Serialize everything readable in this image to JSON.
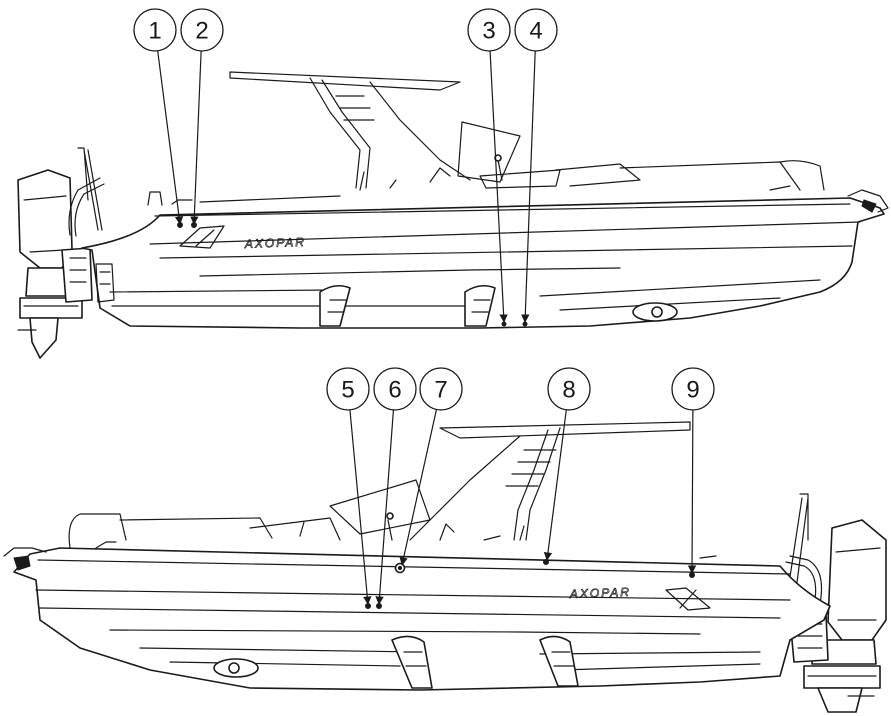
{
  "diagram": {
    "brand_mark": "AXOPAR",
    "callouts": [
      {
        "id": "1",
        "label": "1"
      },
      {
        "id": "2",
        "label": "2"
      },
      {
        "id": "3",
        "label": "3"
      },
      {
        "id": "4",
        "label": "4"
      },
      {
        "id": "5",
        "label": "5"
      },
      {
        "id": "6",
        "label": "6"
      },
      {
        "id": "7",
        "label": "7"
      },
      {
        "id": "8",
        "label": "8"
      },
      {
        "id": "9",
        "label": "9"
      }
    ]
  }
}
